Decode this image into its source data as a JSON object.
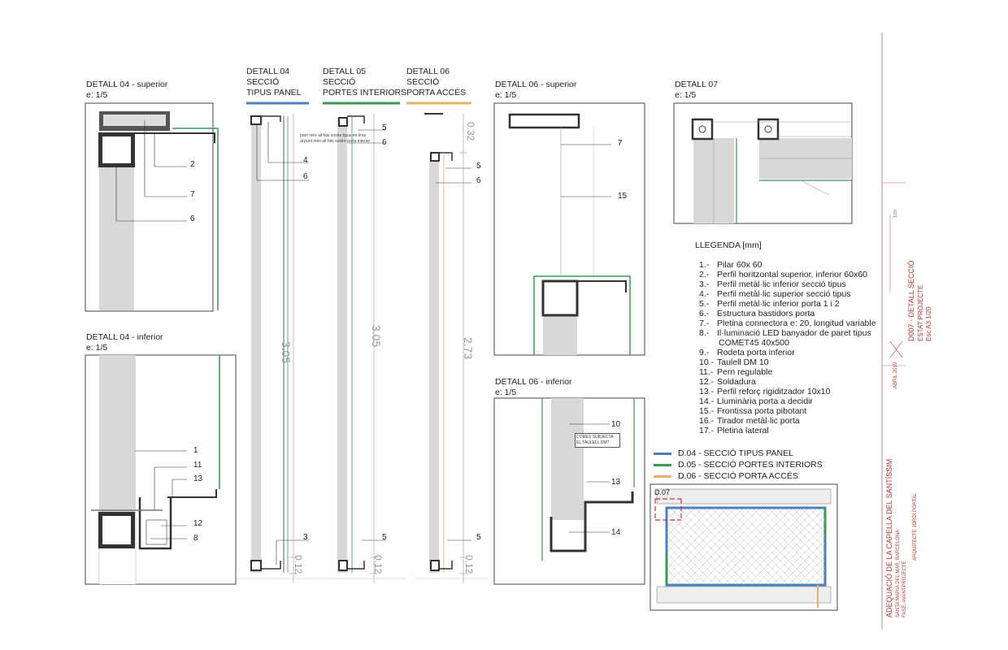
{
  "details": {
    "d04_sup_title": "DETALL 04 - superior",
    "d04_sup_scale": "e: 1/5",
    "d04_inf_title": "DETALL 04 - inferior",
    "d04_inf_scale": "e: 1/5",
    "d06_sup_title": "DETALL 06 - superior",
    "d06_sup_scale": "e: 1/5",
    "d06_inf_title": "DETALL 06 - inferior",
    "d06_inf_scale": "e: 1/5",
    "d07_title": "DETALL 07",
    "d07_scale": "e: 1/5"
  },
  "sections": [
    {
      "line1": "DETALL 04",
      "line2": "SECCIÓ",
      "line3": "TIPUS PANEL",
      "color": "#4a7fc1"
    },
    {
      "line1": "DETALL 05",
      "line2": "SECCIÓ",
      "line3": "PORTES INTERIORS",
      "color": "#3a9a52"
    },
    {
      "line1": "DETALL 06",
      "line2": "SECCIÓ",
      "line3": "PORTA ACCÉS",
      "color": "#e8b06a"
    }
  ],
  "dimensions": {
    "s1_main": "3.05",
    "s1_bottom": "0.12",
    "s2_main": "3.05",
    "s2_bottom": "0.12",
    "s3_top": "0.32",
    "s3_main": "2.73",
    "s3_bottom": "0.12"
  },
  "tiny_notes": {
    "note1": "punt més alt fals sostre tipus en línia",
    "note2": "al punt més alt fals sostre porta interior",
    "note3": "COMES SUBJECTA EL TAULELL DM?"
  },
  "callouts": {
    "d04s": [
      "2",
      "7",
      "6"
    ],
    "d04i": [
      "1",
      "11",
      "13",
      "12",
      "8"
    ],
    "s1": [
      "4",
      "6",
      "3"
    ],
    "s2": [
      "5",
      "6",
      "5"
    ],
    "s3": [
      "5",
      "6",
      "5"
    ],
    "d06s": [
      "7",
      "15"
    ],
    "d06i": [
      "10",
      "13",
      "14"
    ]
  },
  "legend": {
    "title": "LLEGENDA [mm]",
    "items": [
      {
        "n": "1.-",
        "t": "Pilar 60x 60"
      },
      {
        "n": "2.-",
        "t": "Perfil horitzontal superior, inferior 60x60"
      },
      {
        "n": "3.-",
        "t": "Perfil metàl·lic inferior secció tipus"
      },
      {
        "n": "4.-",
        "t": "Perfil metàl·lic superior secció tipus"
      },
      {
        "n": "5.-",
        "t": "Perfil metàl·lic inferior porta 1 i 2"
      },
      {
        "n": "6.-",
        "t": "Estructura bastidors porta"
      },
      {
        "n": "7.-",
        "t": "Pletina connectora e: 20, longitud variable"
      },
      {
        "n": "8.-",
        "t": "Il·luminació LED banyador de paret tipus"
      },
      {
        "n": "",
        "t": "COMET45 40x500"
      },
      {
        "n": "9.-",
        "t": "Rodeta porta inferior"
      },
      {
        "n": "10.-",
        "t": "Taulell DM 10"
      },
      {
        "n": "11.-",
        "t": "Pern regulable"
      },
      {
        "n": "12.-",
        "t": "Soldadura"
      },
      {
        "n": "13.-",
        "t": "Perfil reforç rigiditzador 10x10"
      },
      {
        "n": "14.-",
        "t": "Lluminària porta a decidir"
      },
      {
        "n": "15.-",
        "t": "Frontissa porta pibotant"
      },
      {
        "n": "16.-",
        "t": "Tirador metàl·lic porta"
      },
      {
        "n": "17.-",
        "t": "Pletina lateral"
      }
    ]
  },
  "keys": [
    {
      "label": "D.04 - SECCIÓ TIPUS PANEL",
      "color": "#4a7fc1"
    },
    {
      "label": "D.05 - SECCIÓ PORTES INTERIORS",
      "color": "#3a9a52"
    },
    {
      "label": "D.06 - SECCIÓ PORTA ACCÉS",
      "color": "#e8b06a"
    }
  ],
  "plan_label": "D.07",
  "titleblock": {
    "sheet": "D007 - DETALL SECCIÓ",
    "estat": "ESTAT PROJECTE",
    "esc": "Esc A3 1/20",
    "date": "ABRIL 2019",
    "project": "ADEQUACIÓ DE LA CAPELLA DEL SANTÍSSIM",
    "place": "SANTA MARIA DEL MAR, BARCELONA",
    "architect": "ARQUITECTE JORDI PORTAL",
    "phase": "FASE: AVANTPROJECTE",
    "scale_mark": "1/20"
  }
}
